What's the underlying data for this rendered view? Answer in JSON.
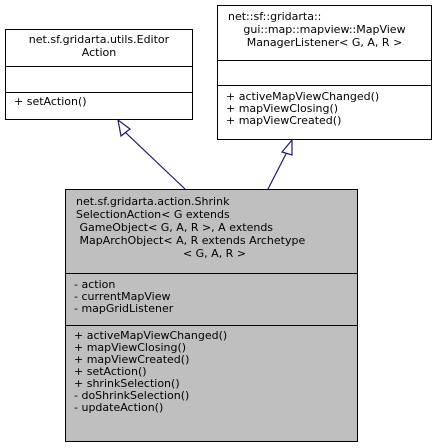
{
  "classes": {
    "editor_action": {
      "title": [
        "net.sf.gridarta.utils.Editor",
        "Action"
      ],
      "attributes": [],
      "methods": [
        "+ setAction()"
      ]
    },
    "listener": {
      "title": [
        "net::sf::gridarta::",
        "gui::map::mapview::MapView",
        "ManagerListener< G, A, R >"
      ],
      "attributes": [],
      "methods": [
        "+ activeMapViewChanged()",
        "+ mapViewClosing()",
        "+ mapViewCreated()"
      ]
    },
    "shrink": {
      "title": [
        "net.sf.gridarta.action.Shrink",
        "SelectionAction< G extends",
        " GameObject< G, A, R >, A extends",
        " MapArchObject< A, R extends Archetype",
        "< G, A, R >"
      ],
      "attributes": [
        "- action",
        "- currentMapView",
        "- mapGridListener"
      ],
      "methods": [
        "+ activeMapViewChanged()",
        "+ mapViewClosing()",
        "+ mapViewCreated()",
        "+ setAction()",
        "+ shrinkSelection()",
        "- doShrinkSelection()",
        "- updateAction()"
      ]
    }
  },
  "colors": {
    "highlight": "#bfbfbf",
    "edge": "#191970"
  }
}
